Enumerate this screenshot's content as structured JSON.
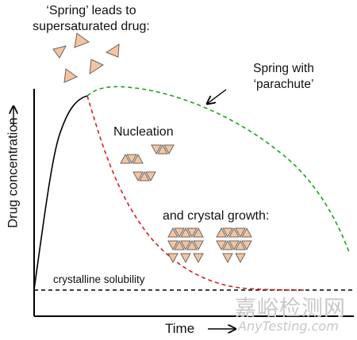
{
  "labels": {
    "spring_line1": "‘Spring’ leads to",
    "spring_line2": "supersaturated drug:",
    "parachute_line1": "Spring with",
    "parachute_line2": "‘parachute’",
    "nucleation": "Nucleation",
    "growth": "and crystal growth:",
    "solubility": "crystalline solubility",
    "x_axis": "Time",
    "y_axis": "Drug concentration"
  },
  "watermark": {
    "chinese": "嘉峪检测网",
    "english": "AnyTesting.com"
  },
  "colors": {
    "spring_curve": "#000000",
    "parachute_curve": "#1aa31a",
    "crystallize_curve": "#d21f1f",
    "solubility_line": "#000000",
    "particle_fill": "#f6c49b",
    "particle_stroke": "#666666",
    "watermark": "#c7c7c7"
  },
  "icons": {
    "particle": "triangle-particle-icon",
    "pointer": "arrow-pointer-icon"
  }
}
